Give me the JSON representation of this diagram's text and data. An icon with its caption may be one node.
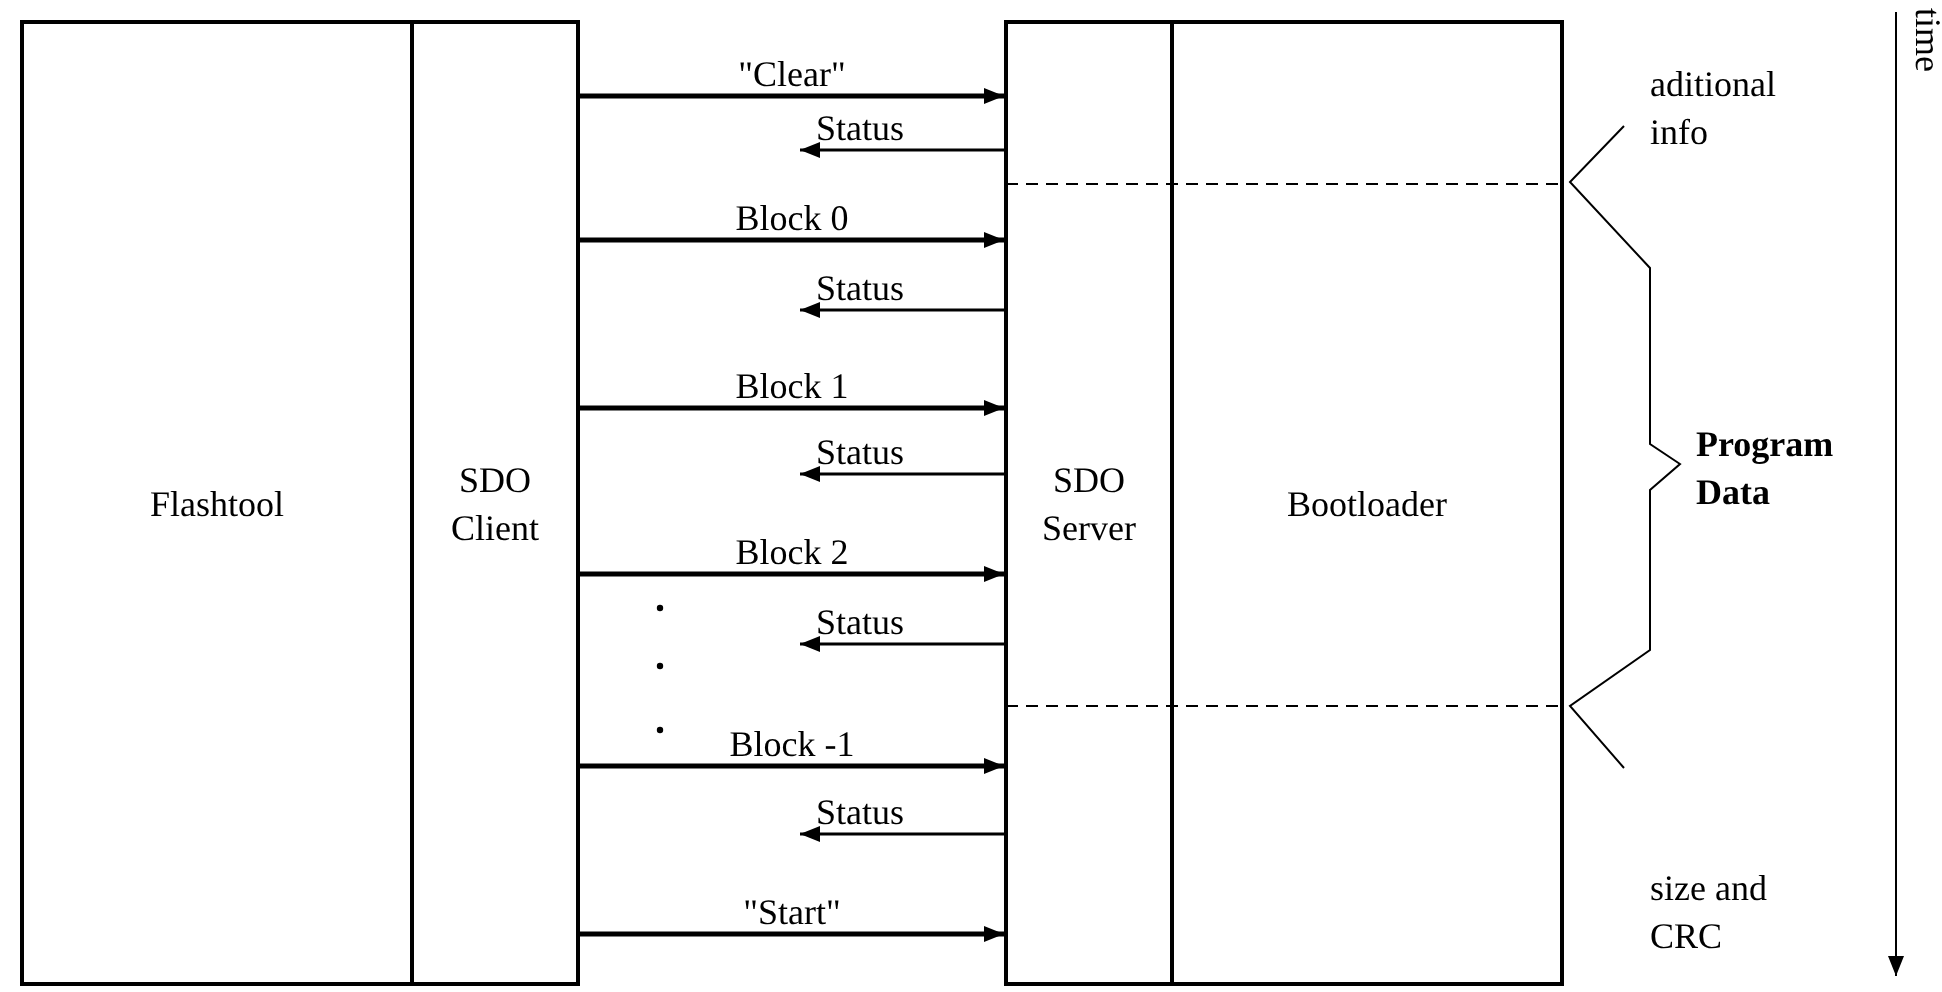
{
  "diagram": {
    "nodes": [
      {
        "text": [
          "Flashtool"
        ]
      },
      {
        "text": [
          "SDO Client"
        ]
      },
      {
        "text": [
          "SDO Server"
        ]
      },
      {
        "text": [
          "Bootloader"
        ]
      }
    ],
    "edges": [
      {
        "from": 1,
        "to": 2,
        "arrow": "to",
        "label": "\"Clear\""
      },
      {
        "from": 2,
        "to": null,
        "arrow": "to",
        "label": "Status"
      },
      {
        "from": 1,
        "to": 2,
        "arrow": "to",
        "label": "Block 0"
      },
      {
        "from": 2,
        "to": null,
        "arrow": "to",
        "label": "Status"
      },
      {
        "from": 1,
        "to": 2,
        "arrow": "to",
        "label": "Block 1"
      },
      {
        "from": 2,
        "to": null,
        "arrow": "to",
        "label": "Status"
      },
      {
        "from": 1,
        "to": 2,
        "arrow": "to",
        "label": "Block 2"
      },
      {
        "from": 2,
        "to": null,
        "arrow": "to",
        "label": "Status"
      },
      {
        "from": 1,
        "to": 2,
        "arrow": "to",
        "label": "Block -1"
      },
      {
        "from": 2,
        "to": null,
        "arrow": "to",
        "label": "Status"
      },
      {
        "from": 1,
        "to": 2,
        "arrow": "to",
        "label": "\"Start\""
      }
    ],
    "labels": [
      "aditional info",
      "Program Data",
      "size and CRC",
      "time"
    ]
  }
}
